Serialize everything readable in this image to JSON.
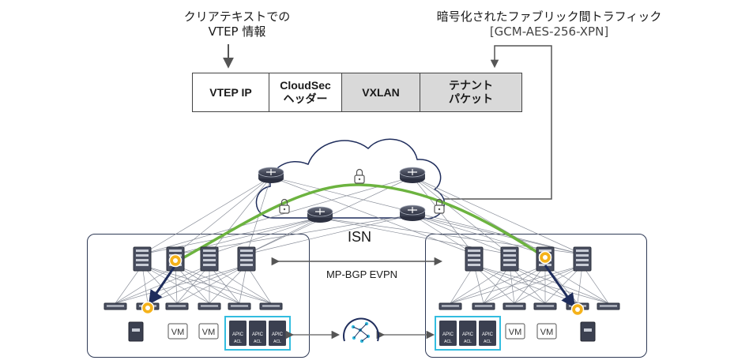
{
  "top_labels": {
    "cleartext": [
      "クリアテキストでの",
      "VTEP 情報"
    ],
    "encrypted": [
      "暗号化されたファブリック間トラフィック",
      "[GCM-AES-256-XPN]"
    ]
  },
  "header_fields": [
    {
      "label": "VTEP IP",
      "shaded": false
    },
    {
      "label": "CloudSec\nヘッダー",
      "shaded": false
    },
    {
      "label": "VXLAN",
      "shaded": true
    },
    {
      "label": "テナント\nパケット",
      "shaded": true
    }
  ],
  "isn_label": "ISN",
  "evpn_label": "MP-BGP EVPN",
  "vm_label": "VM",
  "apic_label": "APIC",
  "acl_label": "ACL",
  "colors": {
    "tunnel": "#6cb33f",
    "arrow_dark": "#1f2d5c",
    "apic_box": "#33bde0",
    "header_shade": "#d9d9d9",
    "border": "#2f3a56",
    "gear": "#f5b21a"
  }
}
